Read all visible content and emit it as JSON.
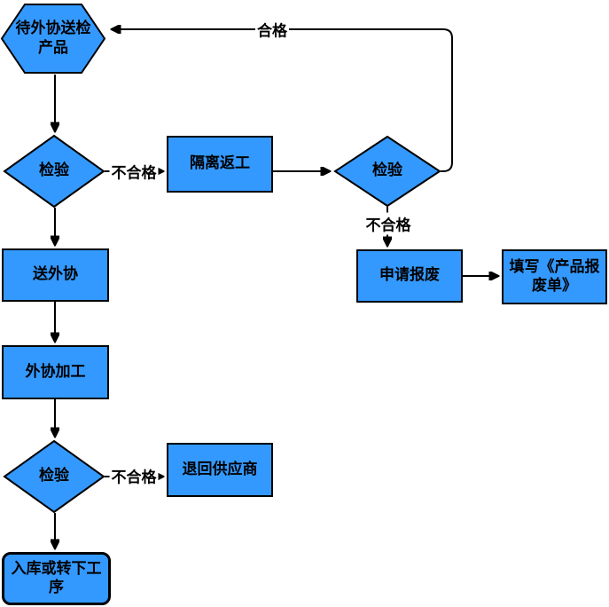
{
  "diagram": {
    "background": "#ffffff",
    "node_fill": "#3399FF",
    "node_border": "#000000",
    "line_color": "#000000",
    "text_color": "#000000",
    "nodes": {
      "start": {
        "type": "hexagon",
        "label": "待外协送检产品"
      },
      "inspect1": {
        "type": "decision",
        "label": "检验"
      },
      "isolate_rework": {
        "type": "process",
        "label": "隔离返工"
      },
      "inspect2": {
        "type": "decision",
        "label": "检验"
      },
      "scrap_request": {
        "type": "process",
        "label": "申请报废"
      },
      "scrap_form": {
        "type": "process",
        "label": "填写《产品报废单》"
      },
      "send_outsource": {
        "type": "process",
        "label": "送外协"
      },
      "outsource_work": {
        "type": "process",
        "label": "外协加工"
      },
      "inspect3": {
        "type": "decision",
        "label": "检验"
      },
      "return_supplier": {
        "type": "process",
        "label": "退回供应商"
      },
      "warehouse_next": {
        "type": "terminator",
        "label": "入库或转下工序"
      }
    },
    "edge_labels": {
      "pass": "合格",
      "fail_1": "不合格",
      "fail_2": "不合格",
      "fail_3": "不合格"
    }
  }
}
